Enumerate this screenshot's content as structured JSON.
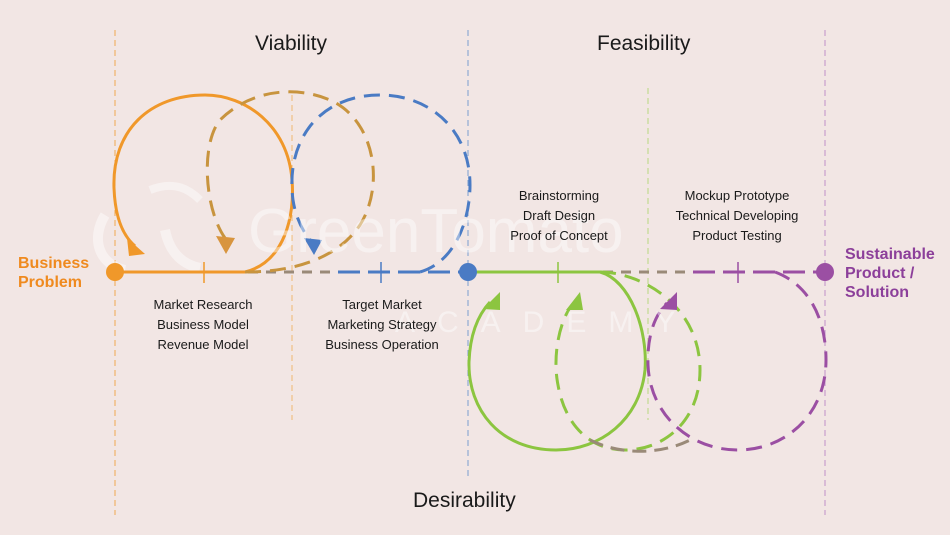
{
  "headings": {
    "viability": "Viability",
    "feasibility": "Feasibility",
    "desirability": "Desirability"
  },
  "endpoints": {
    "start": [
      "Business",
      "Problem"
    ],
    "end": [
      "Sustainable",
      "Product /",
      "Solution"
    ]
  },
  "stages": {
    "viability_1": [
      "Market Research",
      "Business Model",
      "Revenue Model"
    ],
    "viability_2": [
      "Target Market",
      "Marketing Strategy",
      "Business Operation"
    ],
    "feasibility_1": [
      "Brainstorming",
      "Draft Design",
      "Proof of Concept"
    ],
    "feasibility_2": [
      "Mockup Prototype",
      "Technical Developing",
      "Product Testing"
    ]
  },
  "watermark": {
    "name": "GreenTomato",
    "sub": "ACADEMY"
  },
  "colors": {
    "background": "#f2e6e4",
    "orange": "#f0982a",
    "orange_dash": "#d8953f",
    "grey_dash": "#9a8a78",
    "blue": "#4a7bc4",
    "green": "#8cc540",
    "purple": "#9b4fa3",
    "start_text": "#ef8a1f",
    "end_text": "#8c3f9a"
  }
}
